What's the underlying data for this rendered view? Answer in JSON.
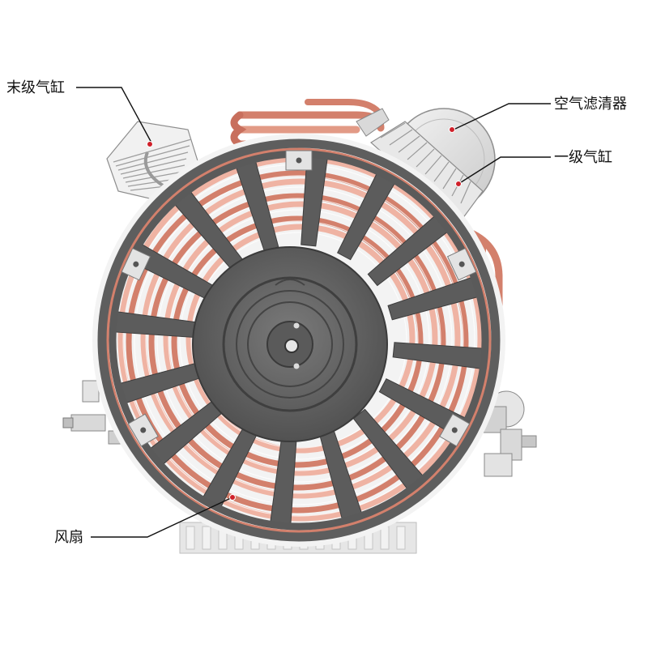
{
  "labels": {
    "final_cylinder": "末级气缸",
    "air_filter": "空气滤清器",
    "first_cylinder": "一级气缸",
    "fan": "风扇"
  },
  "colors": {
    "copper": "#d3806c",
    "copper_light": "#efb3a3",
    "dark_gray": "#5c5c5c",
    "hub": "#6c6c6c",
    "silver": "#dcdcdc",
    "marker": "#d0202a"
  }
}
